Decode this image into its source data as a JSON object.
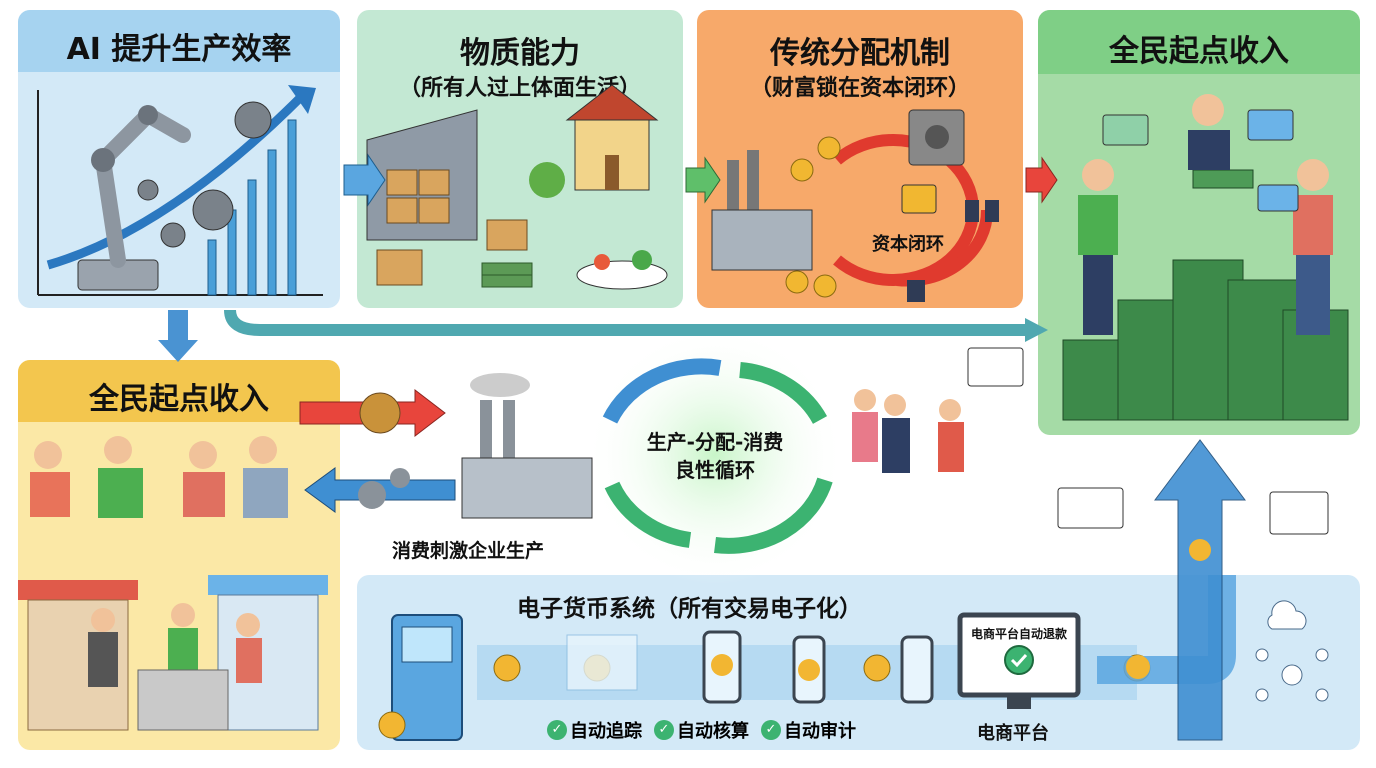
{
  "panels": {
    "ai": {
      "title": "AI 提升生产效率"
    },
    "material": {
      "title": "物质能力",
      "subtitle": "（所有人过上体面生活）"
    },
    "traditional": {
      "title": "传统分配机制",
      "subtitle": "（财富锁在资本闭环）",
      "loop_label": "资本闭环"
    },
    "ubi_right": {
      "title": "全民起点收入"
    },
    "ubi_left": {
      "title": "全民起点收入"
    }
  },
  "cycle": {
    "line1": "生产-分配-消费",
    "line2": "良性循环",
    "stimulus": "消费刺激企业生产"
  },
  "emoney": {
    "title": "电子货币系统（所有交易电子化）",
    "checks": [
      "自动追踪",
      "自动核算",
      "自动审计"
    ],
    "monitor_text": "电商平台自动退款",
    "platform": "电商平台"
  },
  "colors": {
    "blue": "#3f8fd2",
    "red": "#e8453c",
    "green": "#3cb371",
    "orange": "#f7a96a",
    "yellow": "#fbe8a6"
  }
}
